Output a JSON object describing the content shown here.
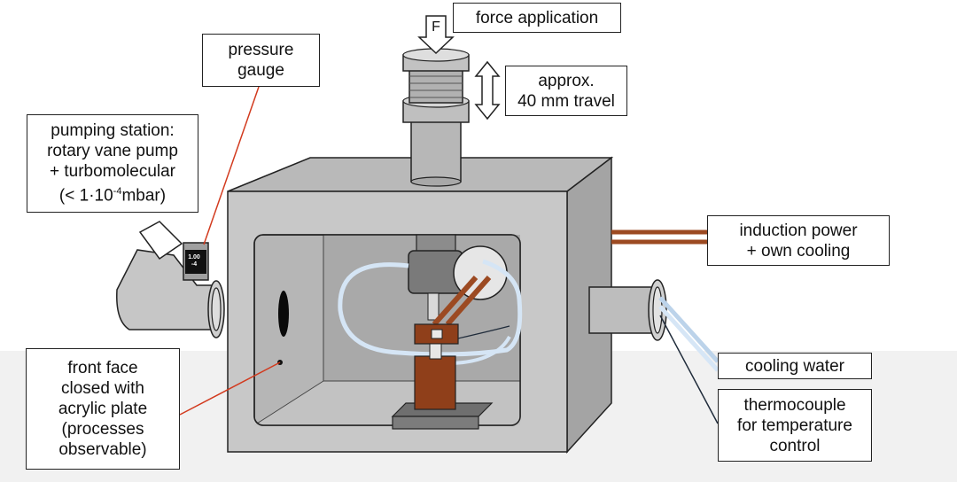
{
  "labels": {
    "force_application": "force application",
    "force_symbol": "F",
    "pressure_gauge": [
      "pressure",
      "gauge"
    ],
    "travel": [
      "approx.",
      "40 mm travel"
    ],
    "pumping_station": [
      "pumping station:",
      "rotary vane pump",
      "+ turbomolecular"
    ],
    "pumping_pressure": {
      "prefix": "(< 1·10",
      "exponent": "-4",
      "suffix": "mbar)"
    },
    "induction_power": [
      "induction power",
      "+ own cooling"
    ],
    "front_face": [
      "front face",
      "closed with",
      "acrylic plate",
      "(processes",
      "observable)"
    ],
    "cooling_water": "cooling water",
    "thermocouple": [
      "thermocouple",
      "for temperature",
      "control"
    ],
    "gauge_display": [
      "1.00",
      "-4"
    ]
  },
  "colors": {
    "leader_red": "#d23a1e",
    "copper": "#9c4a22",
    "chamber_light": "#c8c8c8",
    "chamber_dark": "#a9a9a9",
    "cooling_tube": "#cfe1f3"
  }
}
